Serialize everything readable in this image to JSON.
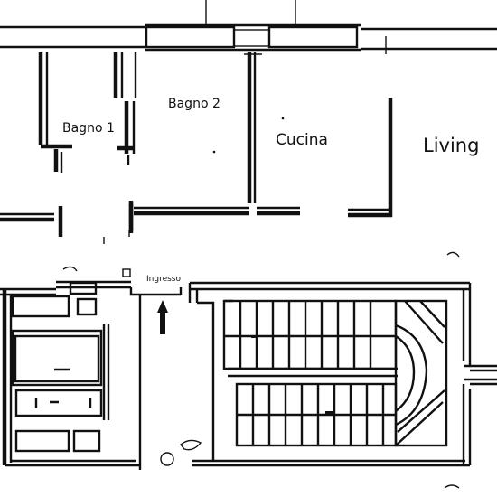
{
  "rooms": {
    "bagno1": "Bagno 1",
    "bagno2": "Bagno 2",
    "cucina": "Cucina",
    "living": "Living"
  },
  "entrance": {
    "label": "Ingresso"
  }
}
